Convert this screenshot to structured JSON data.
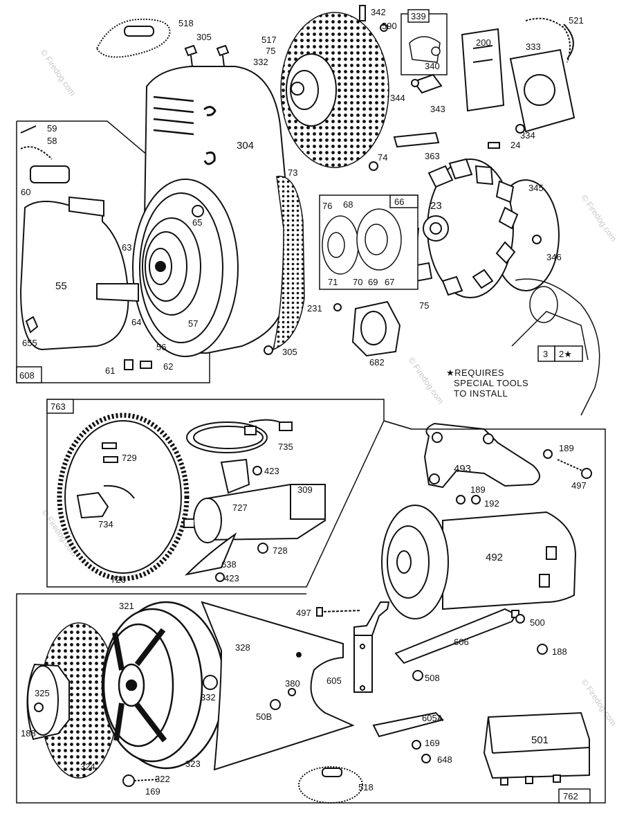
{
  "diagram": {
    "watermark_text": "© Firedog.com",
    "note_lines": [
      "★REQUIRES",
      "SPECIAL TOOLS",
      "TO INSTALL"
    ],
    "inset_labels": {
      "left_frame": "608",
      "starter_ring_frame": "763",
      "generator_frame": "762",
      "magneto_box": "66",
      "points_box": "339",
      "cover_box_3": "3",
      "cover_box_2": "2★"
    },
    "part_labels": {
      "p518a": "518",
      "p305a": "305",
      "p517": "517",
      "p75a": "75",
      "p332a": "332",
      "p342": "342",
      "p590": "590",
      "p340": "340",
      "p200": "200",
      "p333": "333",
      "p521": "521",
      "p344": "344",
      "p343": "343",
      "p334": "334",
      "p24": "24",
      "p363": "363",
      "p74": "74",
      "p59": "59",
      "p58": "58",
      "p60": "60",
      "p304": "304",
      "p73": "73",
      "p65": "65",
      "p63": "63",
      "p55": "55",
      "p64": "64",
      "p57": "57",
      "p56": "56",
      "p655": "655",
      "p61": "61",
      "p62": "62",
      "p305b": "305",
      "p76": "76",
      "p68": "68",
      "p23": "23",
      "p71": "71",
      "p70": "70",
      "p69": "69",
      "p67": "67",
      "p345": "345",
      "p346": "346",
      "p75b": "75",
      "p231": "231",
      "p682": "682",
      "p735": "735",
      "p729": "729",
      "p423a": "423",
      "p309": "309",
      "p727": "727",
      "p734": "734",
      "p728": "728",
      "p638": "638",
      "p423b": "423",
      "p726": "726",
      "p189a": "189",
      "p493": "493",
      "p497a": "497",
      "p189b": "189",
      "p192": "192",
      "p492": "492",
      "p497b": "497",
      "p500": "500",
      "p606": "606",
      "p188a": "188",
      "p508a": "508",
      "p605": "605",
      "p380": "380",
      "p508b": "50B",
      "p605a": "605A",
      "p169a": "169",
      "p648": "648",
      "p501": "501",
      "p321": "321",
      "p328": "328",
      "p325": "325",
      "p332b": "332",
      "p188b": "188",
      "p324": "324",
      "p322": "322",
      "p323": "323",
      "p169b": "169",
      "p518b": "518"
    }
  }
}
